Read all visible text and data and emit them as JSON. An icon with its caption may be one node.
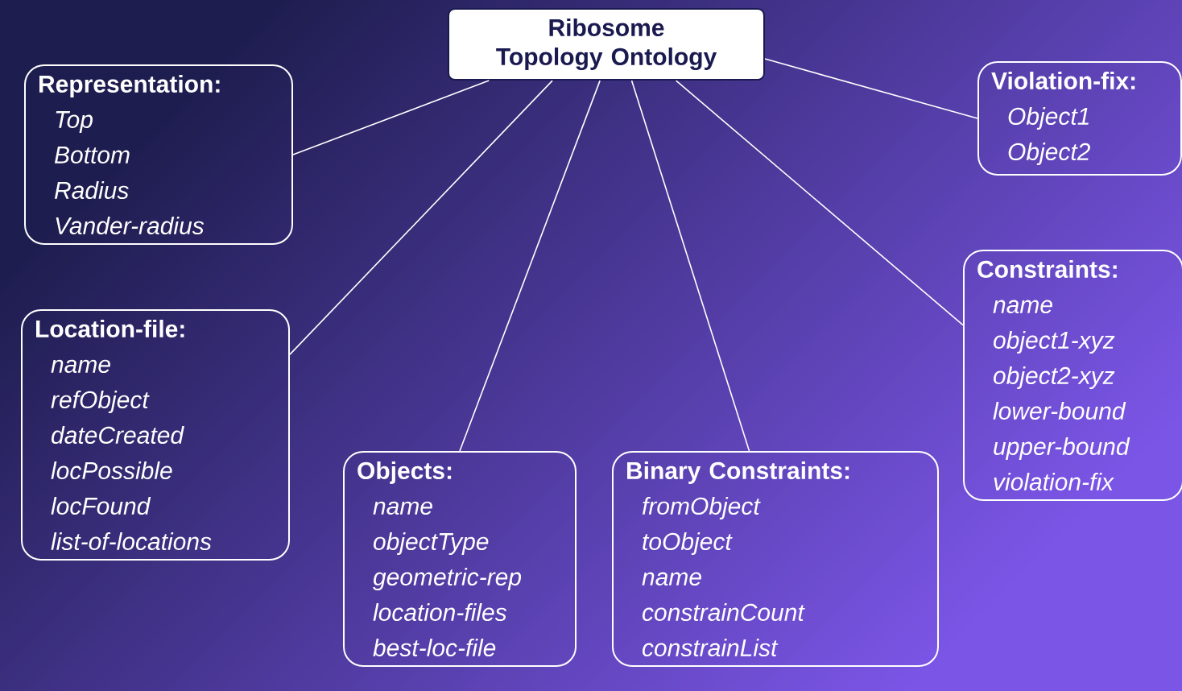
{
  "diagram": {
    "nodes": [
      {
        "text": [
          "Ribosome Topology Ontology"
        ]
      },
      {
        "text": [
          "Representation:",
          "Top",
          "Bottom",
          "Radius",
          "Vander-radius"
        ]
      },
      {
        "text": [
          "Violation-fix:",
          "Object1",
          "Object2"
        ]
      },
      {
        "text": [
          "Location-file:",
          "name",
          "refObject",
          "dateCreated",
          "locPossible",
          "locFound",
          "list-of-locations"
        ]
      },
      {
        "text": [
          "Constraints:",
          "name",
          "object1-xyz",
          "object2-xyz",
          "lower-bound",
          "upper-bound",
          "violation-fix"
        ]
      },
      {
        "text": [
          "Objects:",
          "name",
          "objectType",
          "geometric-rep",
          "location-files",
          "best-loc-file"
        ]
      },
      {
        "text": [
          "Binary Constraints:",
          "fromObject",
          "toObject",
          "name",
          "constrainCount",
          "constrainList"
        ]
      }
    ],
    "edges": [
      {
        "from": 0,
        "to": 1,
        "arrow": "none"
      },
      {
        "from": 0,
        "to": 2,
        "arrow": "none"
      },
      {
        "from": 0,
        "to": 3,
        "arrow": "none"
      },
      {
        "from": 0,
        "to": 4,
        "arrow": "none"
      },
      {
        "from": 0,
        "to": 5,
        "arrow": "none"
      },
      {
        "from": 0,
        "to": 6,
        "arrow": "none"
      }
    ]
  }
}
